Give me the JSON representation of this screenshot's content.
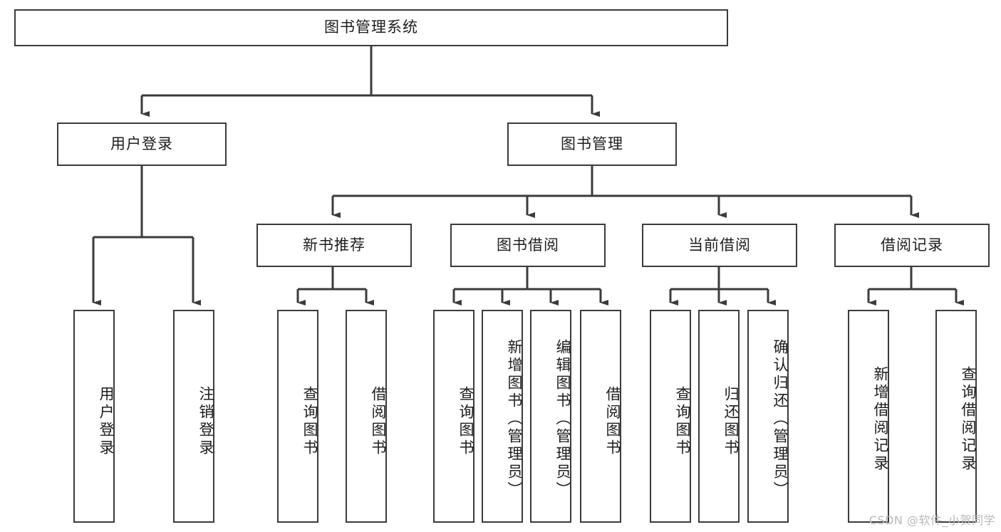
{
  "diagram": {
    "type": "tree",
    "title": "图书管理系统",
    "watermark": "CSDN @软件_小贺同学",
    "colors": {
      "stroke": "#3b3b3b",
      "fill": "#ffffff",
      "text": "#1d1d1d",
      "watermark": "#b9b9b9"
    },
    "levels": {
      "root": {
        "label": "图书管理系统"
      },
      "level2": [
        {
          "label": "用户登录"
        },
        {
          "label": "图书管理"
        }
      ],
      "level3": [
        {
          "label": "新书推荐"
        },
        {
          "label": "图书借阅"
        },
        {
          "label": "当前借阅"
        },
        {
          "label": "借阅记录"
        }
      ],
      "leaves": {
        "user_login": [
          {
            "label": "用户登录"
          },
          {
            "label": "注销登录"
          }
        ],
        "new_book_recommend": [
          {
            "label": "查询图书"
          },
          {
            "label": "借阅图书"
          }
        ],
        "book_borrow": [
          {
            "label": "查询图书"
          },
          {
            "label": "新增图书（管理员）"
          },
          {
            "label": "编辑图书（管理员）"
          },
          {
            "label": "借阅图书"
          }
        ],
        "current_borrow": [
          {
            "label": "查询图书"
          },
          {
            "label": "归还图书"
          },
          {
            "label": "确认归还（管理员）"
          }
        ],
        "borrow_record": [
          {
            "label": "新增借阅记录"
          },
          {
            "label": "查询借阅记录"
          }
        ]
      }
    }
  }
}
